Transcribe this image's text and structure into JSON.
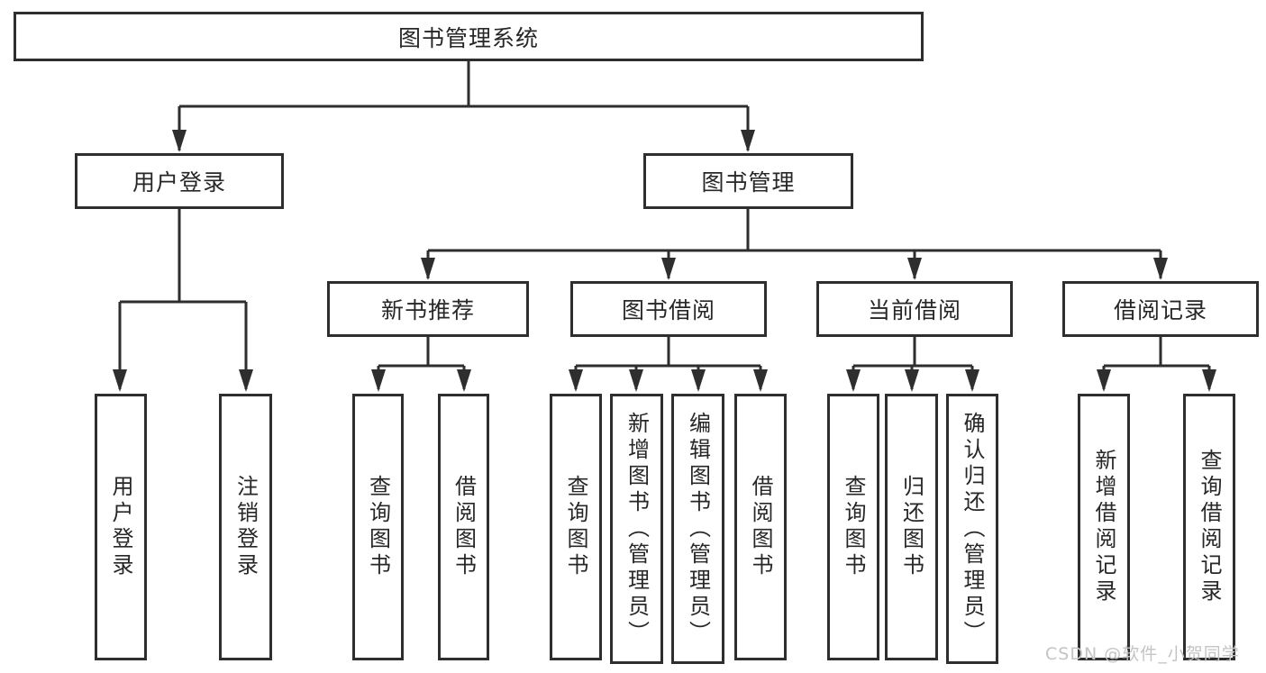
{
  "page": {
    "background": "#ffffff"
  },
  "colors": {
    "line": "#2e2e2e",
    "text": "#272727",
    "watermark": "#c4c4c4"
  },
  "diagram": {
    "root": {
      "label": "图书管理系统"
    },
    "branches": [
      {
        "label": "用户登录",
        "children": [
          "用户登录",
          "注销登录"
        ]
      },
      {
        "label": "图书管理",
        "modules": [
          {
            "label": "新书推荐",
            "children": [
              "查询图书",
              "借阅图书"
            ]
          },
          {
            "label": "图书借阅",
            "children": [
              "查询图书",
              "新增图书（管理员）",
              "编辑图书（管理员）",
              "借阅图书"
            ]
          },
          {
            "label": "当前借阅",
            "children": [
              "查询图书",
              "归还图书",
              "确认归还（管理员）"
            ]
          },
          {
            "label": "借阅记录",
            "children": [
              "新增借阅记录",
              "查询借阅记录"
            ]
          }
        ]
      }
    ]
  },
  "watermark": {
    "text": "CSDN @软件_小贺同学"
  }
}
